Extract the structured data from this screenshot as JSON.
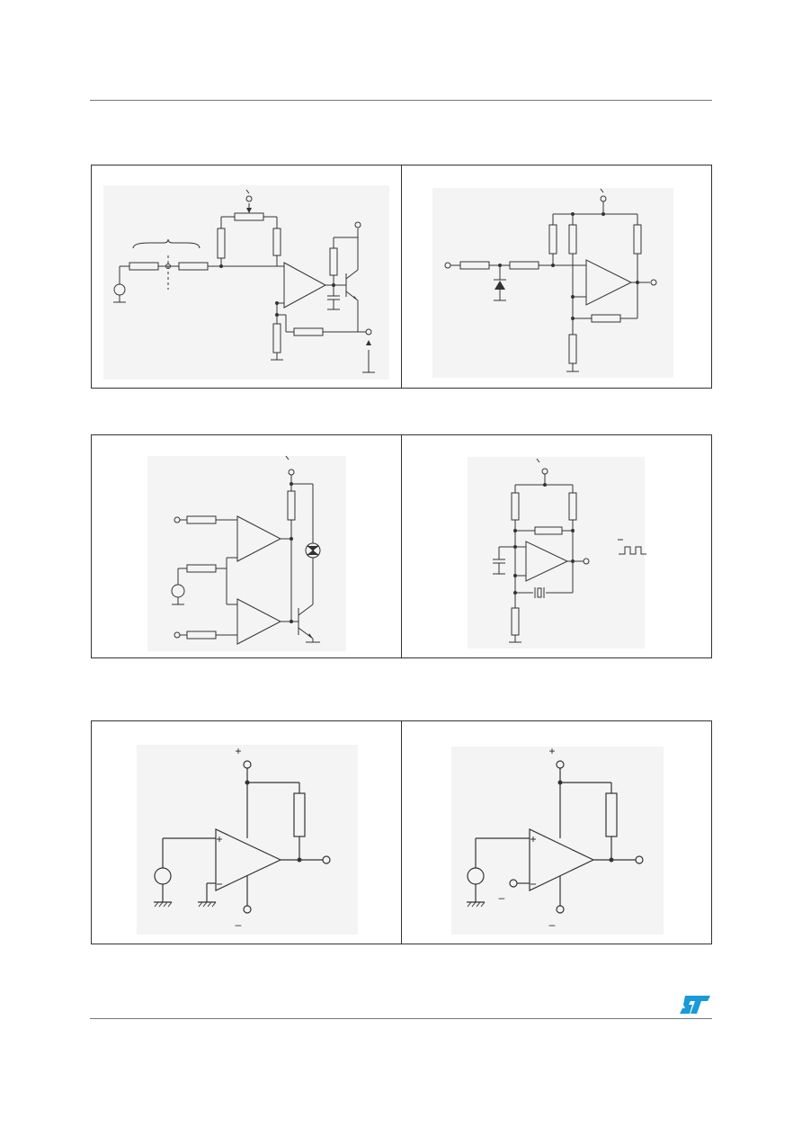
{
  "page": {
    "background": "#ffffff",
    "schematic_background": "#f4f4f4",
    "line_color": "#333333",
    "logo_color": "#1a9ad6"
  },
  "figures": [
    {
      "id": "fig-comparator-transistor",
      "labels": []
    },
    {
      "id": "fig-diode-reference-comparator",
      "labels": []
    },
    {
      "id": "fig-window-comparator-lamp",
      "labels": []
    },
    {
      "id": "fig-crystal-oscillator",
      "labels": []
    },
    {
      "id": "fig-open-collector-comparator",
      "labels": [
        "+",
        "–"
      ]
    },
    {
      "id": "fig-comparator-pullup",
      "labels": [
        "+",
        "–",
        "–"
      ]
    }
  ],
  "logo": {
    "icon": "st-logo-icon"
  }
}
